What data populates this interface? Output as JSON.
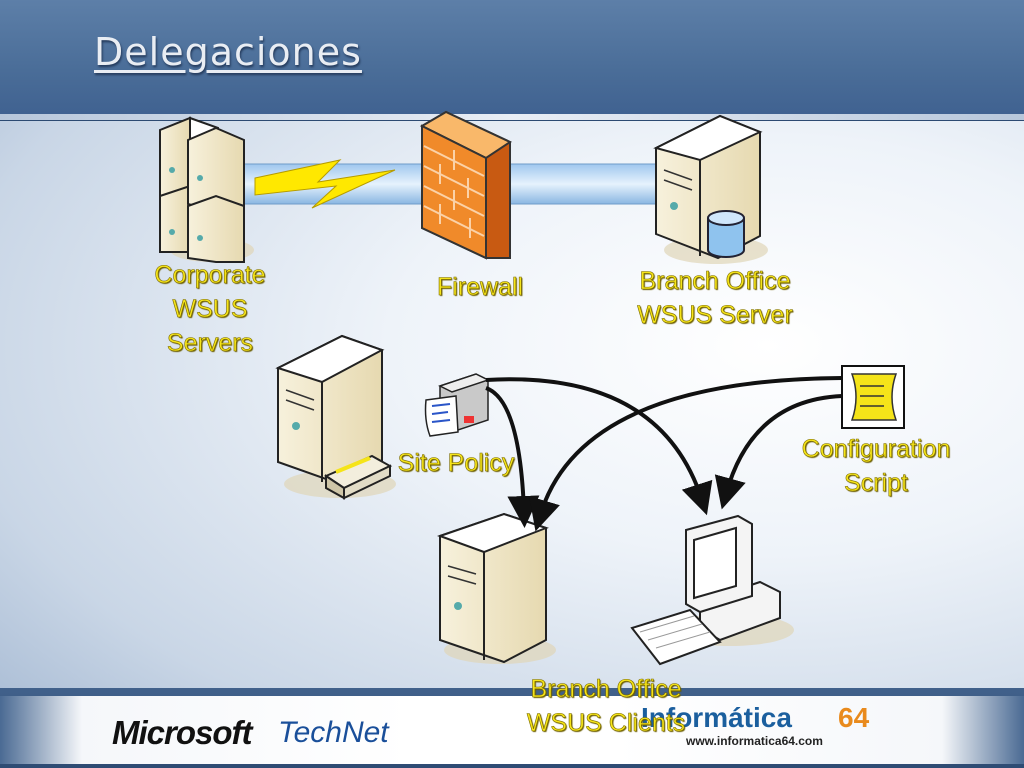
{
  "title": "Delegaciones",
  "nodes": {
    "corporate": "Corporate\nWSUS\nServers",
    "firewall": "Firewall",
    "branch_server": "Branch Office\nWSUS Server",
    "site_policy": "Site Policy",
    "config_script": "Configuration\nScript",
    "clients": "Branch Office\nWSUS Clients"
  },
  "footer": {
    "microsoft": "Microsoft",
    "technet": "TechNet",
    "informatica": "Informática",
    "informatica_num": "64",
    "url": "www.informatica64.com"
  },
  "colors": {
    "label": "#f5e419",
    "header": "#4a6d98",
    "firewall": "#f08a2a"
  }
}
